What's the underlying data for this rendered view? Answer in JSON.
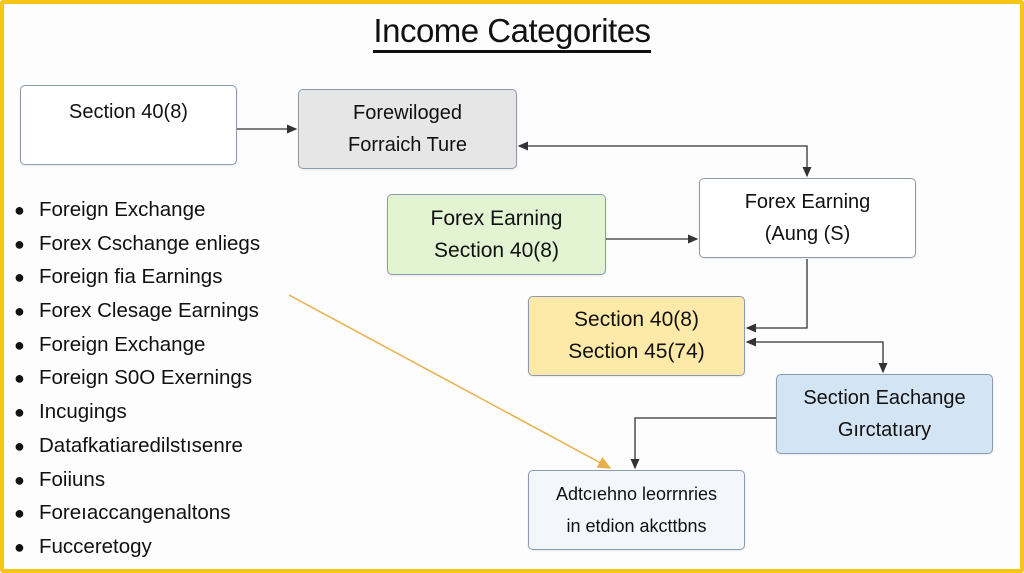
{
  "title": "Income Categorites",
  "boxes": {
    "section_40_8": {
      "lines": [
        "Section 40(8)"
      ]
    },
    "forewiloged": {
      "lines": [
        "Forewiloged",
        "Forraich Ture"
      ]
    },
    "forex_earning_green": {
      "lines": [
        "Forex Earning",
        "Section 40(8)"
      ]
    },
    "forex_earning_white": {
      "lines": [
        "Forex Earning",
        "(Aung (S)"
      ]
    },
    "sections_yellow": {
      "lines": [
        "Section 40(8)",
        "Section 45(74)"
      ]
    },
    "section_exchange_blue": {
      "lines": [
        "Section Eachange",
        "Gırctatıary"
      ]
    },
    "bottom_box": {
      "lines": [
        "Adtcıehno leorrnries",
        "in etdion akcttbns"
      ]
    }
  },
  "list_items": [
    "Foreign Exchange",
    "Forex Cschange enliegs",
    "Foreign fia Earnings",
    "Forex Clesage Earnings",
    "Foreign Exchange",
    "Foreign S0O Exernings",
    "Incugings",
    "Datafkatiaredilstısenre",
    "Foiiuns",
    "Foreıaccangenaltons",
    "Fucceretogy"
  ],
  "colors": {
    "frame": "#f5c518",
    "green": "#e2f4d2",
    "yellow": "#fde9a8",
    "blue": "#d3e5f5",
    "gray": "#e6e6e6",
    "orange_arrow": "#e8b04a"
  }
}
